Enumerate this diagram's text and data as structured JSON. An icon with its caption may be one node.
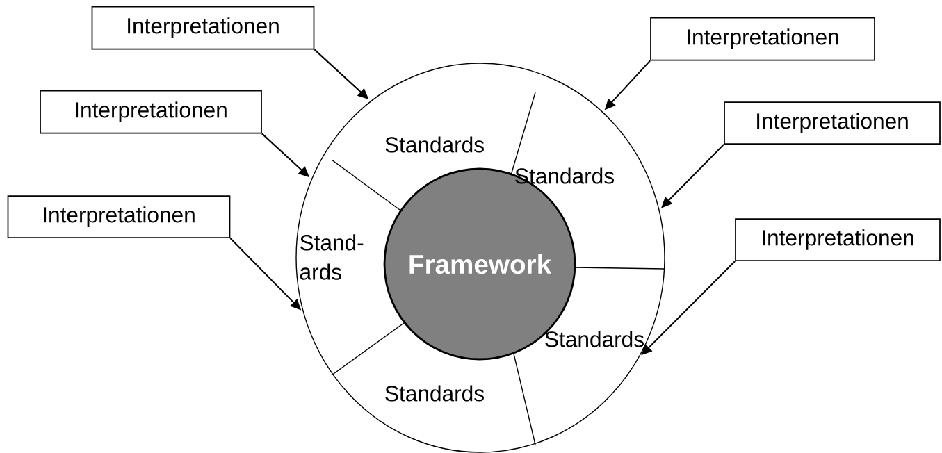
{
  "diagram": {
    "nodes": [
      {
        "text": [],
        "shape": "circle"
      },
      {
        "text": [
          "Framework"
        ],
        "in": 0
      },
      {
        "text": [
          "Standards"
        ],
        "in": 0
      },
      {
        "text": [
          "Standards"
        ],
        "in": 0
      },
      {
        "text": [
          "Stand- ards"
        ],
        "in": 0
      },
      {
        "text": [
          "Standards"
        ],
        "in": 0
      },
      {
        "text": [
          "Standards"
        ],
        "in": 0
      },
      {
        "text": [
          "Interpretationen"
        ]
      },
      {
        "text": [
          "Interpretationen"
        ]
      },
      {
        "text": [
          "Interpretationen"
        ]
      },
      {
        "text": [
          "Interpretationen"
        ]
      },
      {
        "text": [
          "Interpretationen"
        ]
      },
      {
        "text": [
          "Interpretationen"
        ]
      }
    ],
    "edges": [
      {
        "from": 7,
        "to": 0,
        "arrow": "to"
      },
      {
        "from": 8,
        "to": 0,
        "arrow": "to"
      },
      {
        "from": 9,
        "to": 0,
        "arrow": "to"
      },
      {
        "from": 10,
        "to": 0,
        "arrow": "to"
      },
      {
        "from": 11,
        "to": 0,
        "arrow": "to"
      },
      {
        "from": 12,
        "to": 0,
        "arrow": "to"
      }
    ]
  }
}
